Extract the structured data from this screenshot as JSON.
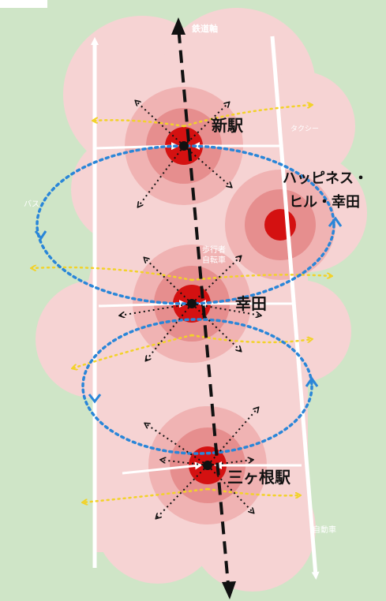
{
  "diagram": {
    "labels": {
      "railway_axis": "鉄道軸",
      "taxi": "タクシー",
      "bus": "バス",
      "pedestrian_line1": "歩行者",
      "pedestrian_line2": "自転車",
      "car": "自動車"
    },
    "stations": {
      "shin_eki": "新駅",
      "happiness_line1": "ハッピネス・",
      "happiness_line2": "ヒル・幸田",
      "koda": "幸田",
      "mikawa": "三ヶ根駅"
    },
    "colors": {
      "background": "#cfe5c7",
      "pink_light": "#f6d3d3",
      "pink_mid": "#f0b3b3",
      "pink_dark": "#e68e8e",
      "core_red": "#d41111",
      "rail_black": "#111111",
      "bus_blue": "#2a86d8",
      "taxi_yellow": "#f2d229",
      "road_white": "#ffffff"
    }
  }
}
